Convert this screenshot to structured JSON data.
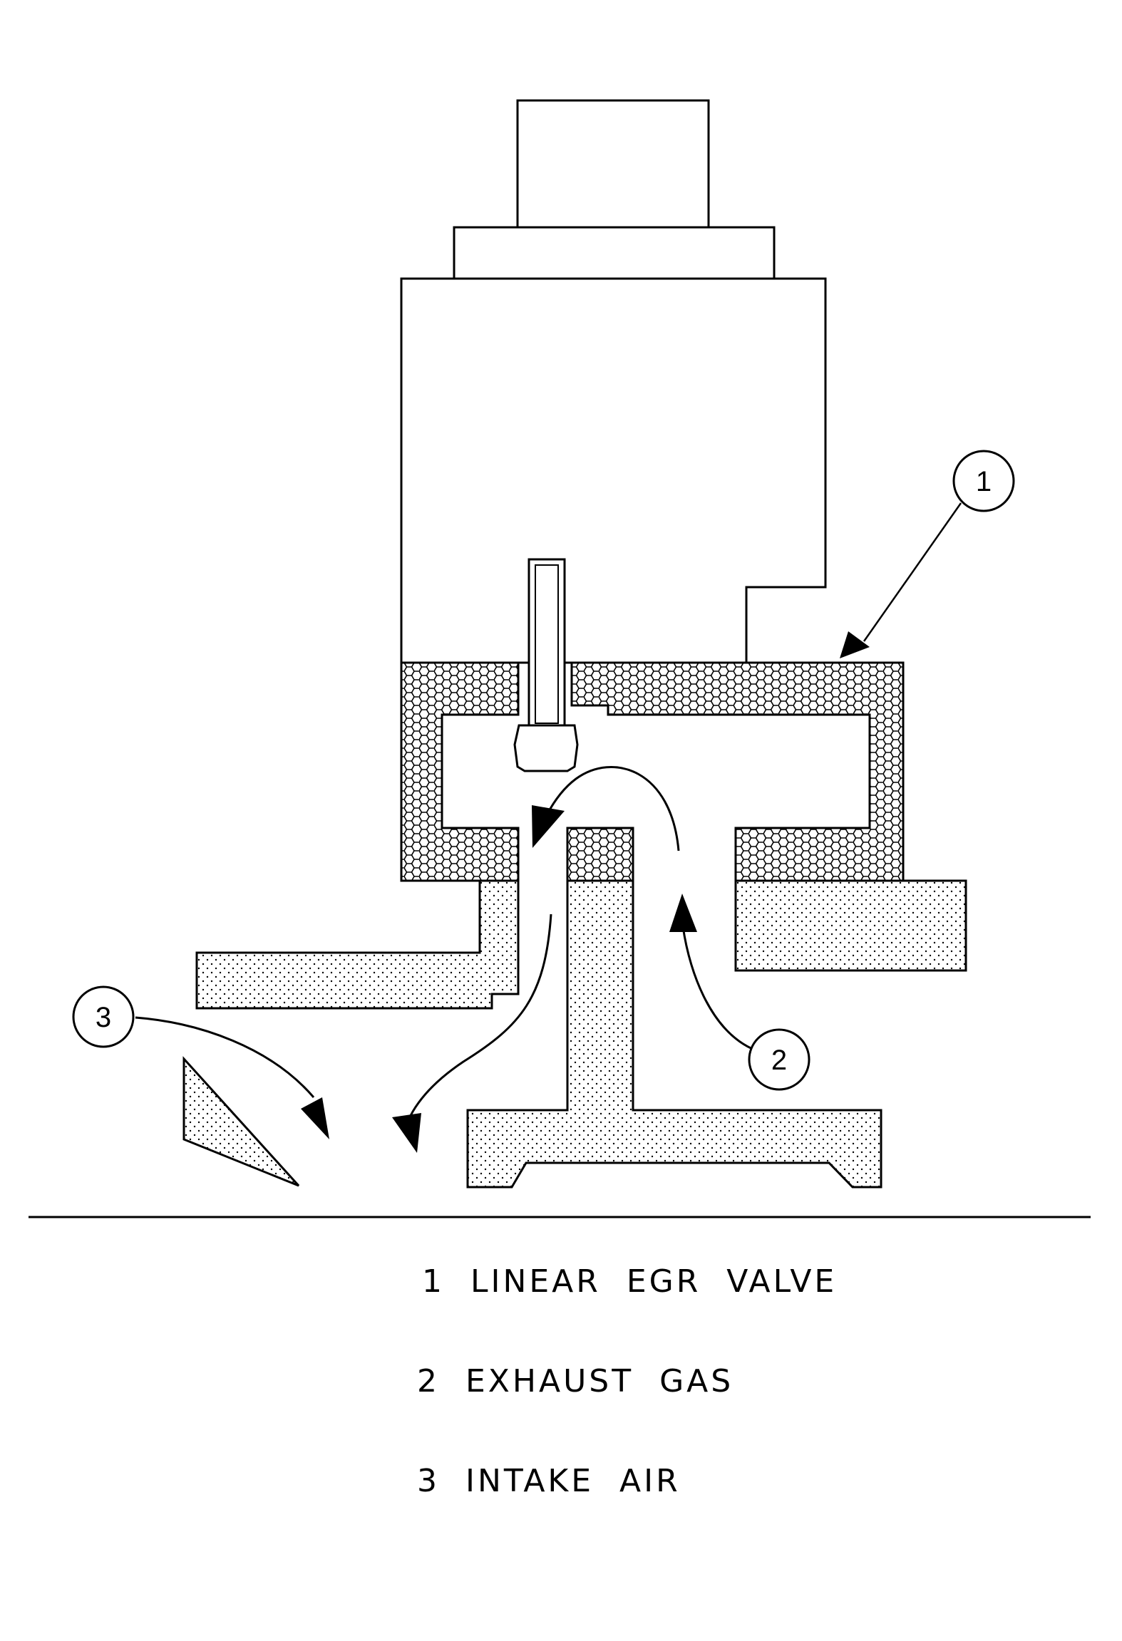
{
  "callouts": {
    "c1": "1",
    "c2": "2",
    "c3": "3"
  },
  "legend": {
    "line1": "1  LINEAR  EGR  VALVE",
    "line2": "2  EXHAUST  GAS",
    "line3": "3  INTAKE  AIR"
  },
  "colors": {
    "line": "#000000",
    "background": "#ffffff"
  }
}
